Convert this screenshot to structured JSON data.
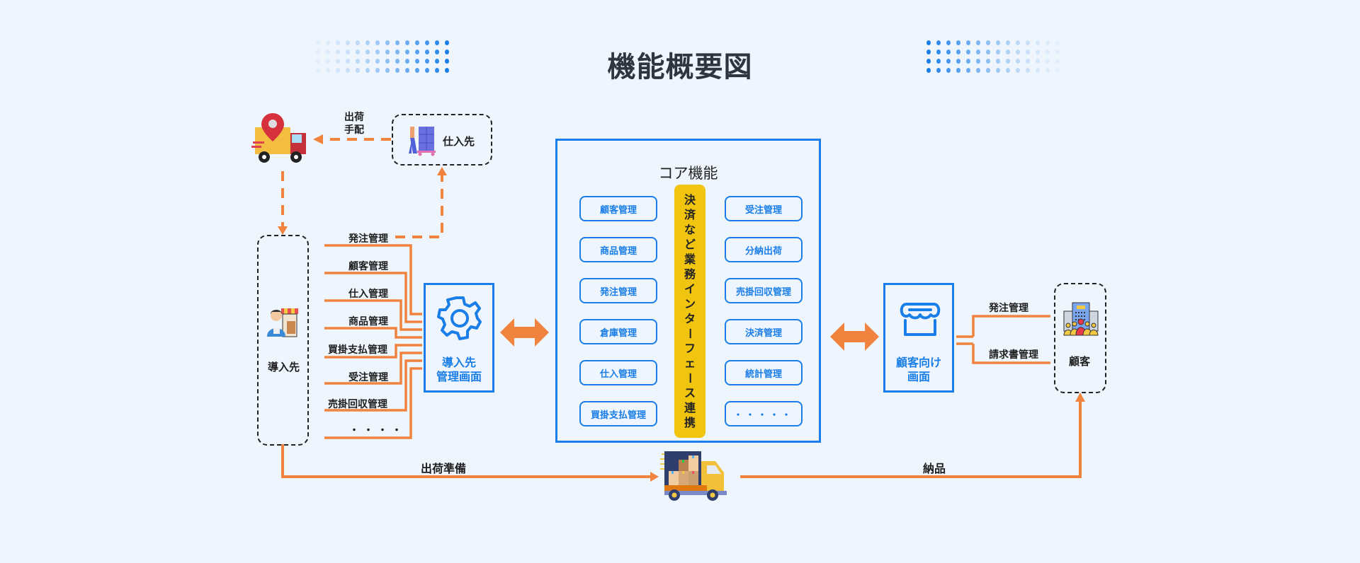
{
  "title": "機能概要図",
  "colors": {
    "accent_blue": "#1a7ee8",
    "accent_orange": "#f0843e",
    "highlight_yellow": "#f1c40f",
    "background": "#eef5fd",
    "text_dark": "#2e3440"
  },
  "supplier": {
    "label": "仕入先",
    "icon": "worker-hand-truck-icon"
  },
  "shipping_arrange_label": [
    "出荷",
    "手配"
  ],
  "delivery_truck_top": {
    "icon": "truck-location-pin-icon"
  },
  "client": {
    "label": "導入先",
    "icon": "shopkeeper-icon"
  },
  "client_functions": [
    "発注管理",
    "顧客管理",
    "仕入管理",
    "商品管理",
    "買掛支払管理",
    "受注管理",
    "売掛回収管理",
    "・・・・"
  ],
  "admin_screen": {
    "line1": "導入先",
    "line2": "管理画面",
    "icon": "gear-icon"
  },
  "core": {
    "title": "コア機能",
    "left_items": [
      "顧客管理",
      "商品管理",
      "発注管理",
      "倉庫管理",
      "仕入管理",
      "買掛支払管理"
    ],
    "right_items": [
      "受注管理",
      "分納出荷",
      "売掛回収管理",
      "決済管理",
      "統計管理",
      "・・・・・"
    ],
    "center_chars": [
      "決",
      "済",
      "な",
      "ど",
      "業",
      "務",
      "イ",
      "ン",
      "タ",
      "ー",
      "フ",
      "ェ",
      "ー",
      "ス",
      "連",
      "携"
    ]
  },
  "customer_screen": {
    "line1": "顧客向け",
    "line2": "画面",
    "icon": "storefront-icon"
  },
  "customer_functions": [
    "発注管理",
    "請求書管理"
  ],
  "customer": {
    "label": "顧客",
    "icon": "office-building-people-icon"
  },
  "bottom_flow": {
    "left_label": "出荷準備",
    "right_label": "納品",
    "icon": "cargo-truck-icon"
  }
}
